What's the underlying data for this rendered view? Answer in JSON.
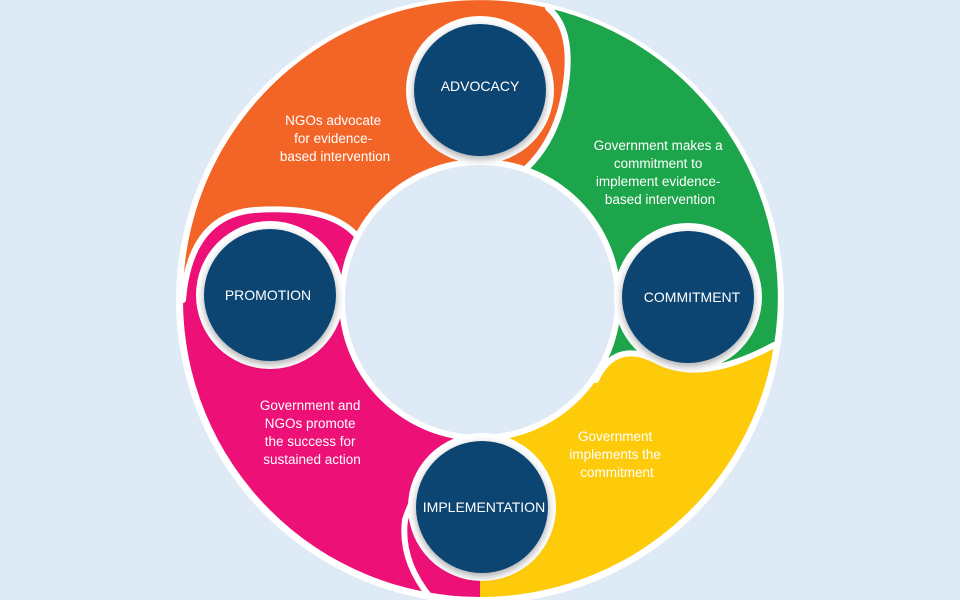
{
  "stages": [
    {
      "id": "advocacy",
      "label": "ADVOCACY",
      "color": "#f26527",
      "description": [
        "NGOs advocate",
        "for evidence-",
        "based intervention"
      ]
    },
    {
      "id": "commitment",
      "label": "COMMITMENT",
      "color": "#1ca54a",
      "description": [
        "Government makes a",
        "commitment to",
        "implement evidence-",
        "based intervention"
      ]
    },
    {
      "id": "implementation",
      "label": "IMPLEMENTATION",
      "color": "#fdcb0a",
      "description": [
        "Government",
        "implements the",
        "commitment"
      ]
    },
    {
      "id": "promotion",
      "label": "PROMOTION",
      "color": "#ec1077",
      "description": [
        "Government and",
        "NGOs promote",
        "the success for",
        "sustained action"
      ]
    }
  ],
  "colors": {
    "background": "#deeaf5",
    "node_fill": "#0d4572",
    "node_shadow": "#082c4a",
    "ring_outline": "#ffffff",
    "text": "#ffffff"
  }
}
